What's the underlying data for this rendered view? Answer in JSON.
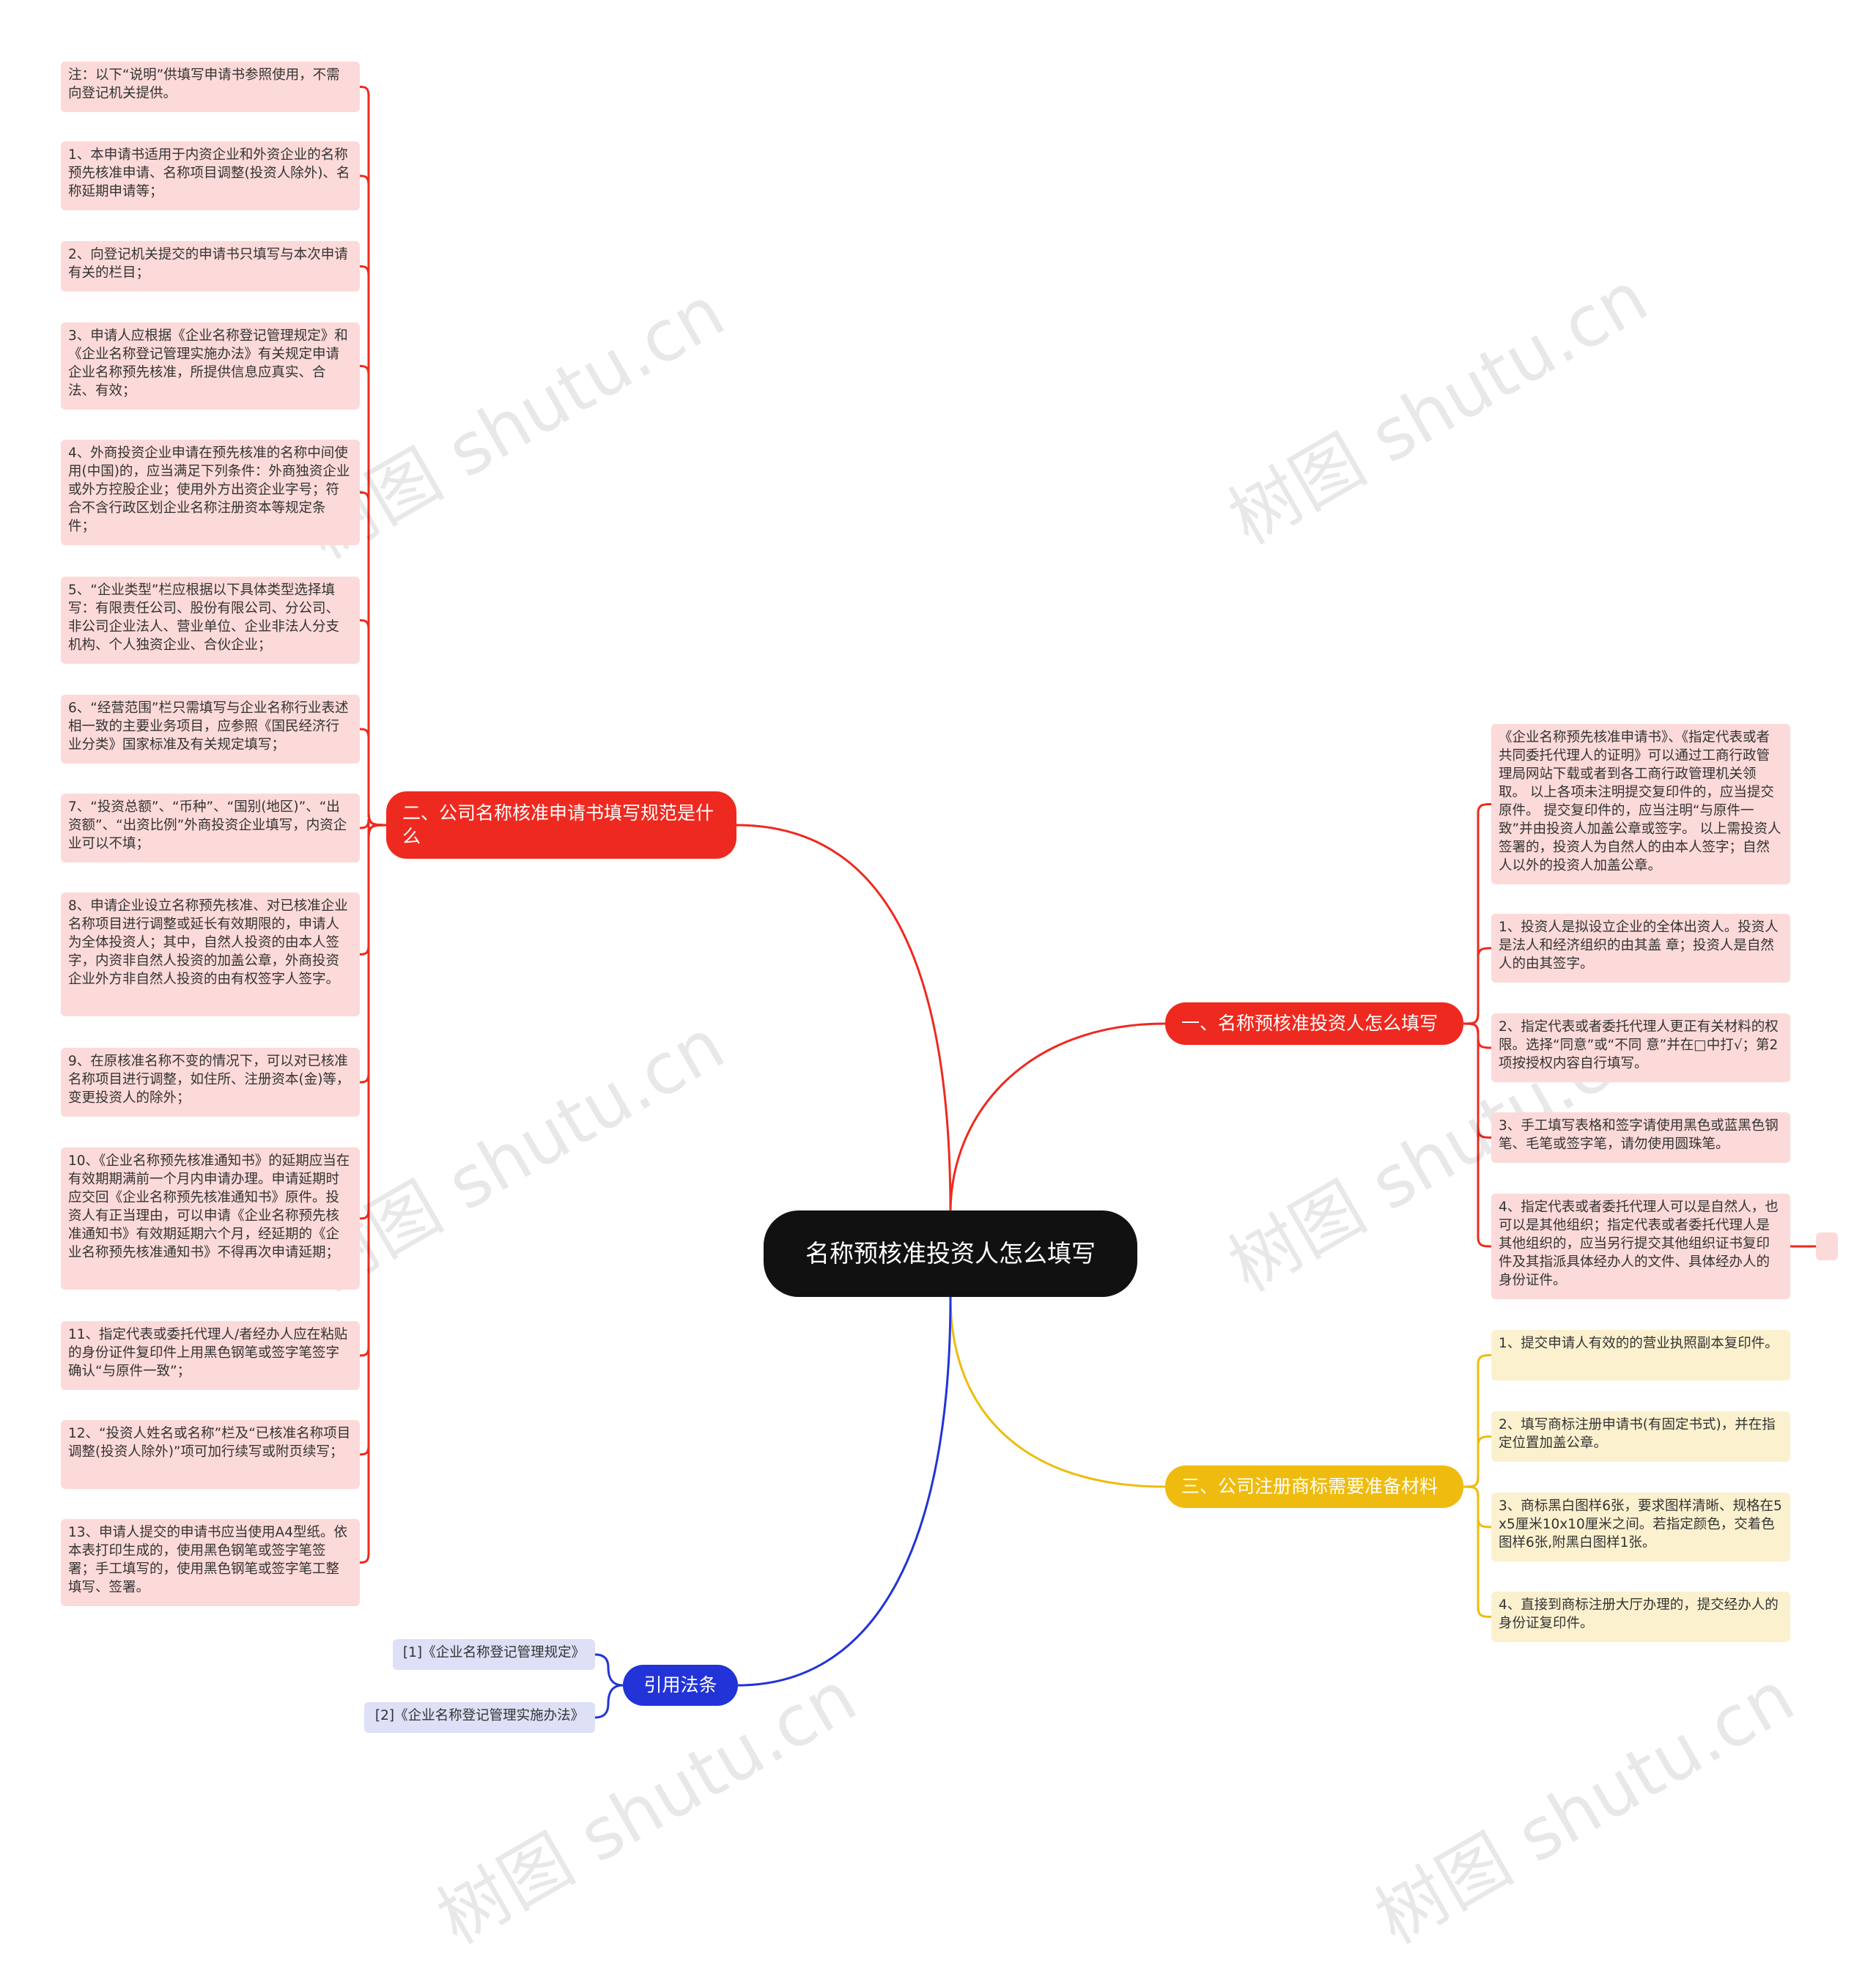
{
  "watermark": "树图 shutu.cn",
  "colors": {
    "red": "#ee2a20",
    "yellow": "#efbb0e",
    "blue": "#2233d8",
    "root": "#111111"
  },
  "root": {
    "label": "名称预核准投资人怎么填写"
  },
  "branch_left": {
    "label": "二、公司名称核准申请书填写规范是什么",
    "items": [
      "注：以下“说明”供填写申请书参照使用，不需向登记机关提供。",
      "1、本申请书适用于内资企业和外资企业的名称预先核准申请、名称项目调整(投资人除外)、名称延期申请等；",
      "2、向登记机关提交的申请书只填写与本次申请有关的栏目；",
      "3、申请人应根据《企业名称登记管理规定》和《企业名称登记管理实施办法》有关规定申请企业名称预先核准，所提供信息应真实、合法、有效；",
      "4、外商投资企业申请在预先核准的名称中间使用(中国)的，应当满足下列条件：外商独资企业或外方控股企业；使用外方出资企业字号；符合不含行政区划企业名称注册资本等规定条件；",
      "5、“企业类型”栏应根据以下具体类型选择填写：有限责任公司、股份有限公司、分公司、非公司企业法人、营业单位、企业非法人分支机构、个人独资企业、合伙企业；",
      "6、“经营范围”栏只需填写与企业名称行业表述相一致的主要业务项目，应参照《国民经济行业分类》国家标准及有关规定填写；",
      "7、“投资总额”、“币种”、“国别(地区)”、“出资额”、“出资比例”外商投资企业填写，内资企业可以不填；",
      "8、申请企业设立名称预先核准、对已核准企业名称项目进行调整或延长有效期限的，申请人为全体投资人；其中，自然人投资的由本人签字，内资非自然人投资的加盖公章，外商投资企业外方非自然人投资的由有权签字人签字。",
      "9、在原核准名称不变的情况下，可以对已核准名称项目进行调整，如住所、注册资本(金)等，变更投资人的除外；",
      "10、《企业名称预先核准通知书》的延期应当在有效期期满前一个月内申请办理。申请延期时应交回《企业名称预先核准通知书》原件。投资人有正当理由，可以申请《企业名称预先核准通知书》有效期延期六个月，经延期的《企业名称预先核准通知书》不得再次申请延期；",
      "11、指定代表或委托代理人/者经办人应在粘贴的身份证件复印件上用黑色钢笔或签字笔签字确认“与原件一致”；",
      "12、“投资人姓名或名称”栏及“已核准名称项目调整(投资人除外)”项可加行续写或附页续写；",
      "13、申请人提交的申请书应当使用A4型纸。依本表打印生成的，使用黑色钢笔或签字笔签署；手工填写的，使用黑色钢笔或签字笔工整填写、签署。"
    ]
  },
  "branch_right_1": {
    "label": "一、名称预核准投资人怎么填写",
    "items": [
      "《企业名称预先核准申请书》、《指定代表或者共同委托代理人的证明》可以通过工商行政管理局网站下载或者到各工商行政管理机关领取。 以上各项未注明提交复印件的，应当提交原件。 提交复印件的，应当注明“与原件一致”并由投资人加盖公章或签字。 以上需投资人签署的，投资人为自然人的由本人签字；自然人以外的投资人加盖公章。",
      "1、投资人是拟设立企业的全体出资人。投资人是法人和经济组织的由其盖 章；投资人是自然人的由其签字。",
      "2、指定代表或者委托代理人更正有关材料的权限。选择“同意”或“不同 意”并在□中打√；第2项按授权内容自行填写。",
      "3、手工填写表格和签字请使用黑色或蓝黑色钢笔、毛笔或签字笔，请勿使用圆珠笔。",
      "4、指定代表或者委托代理人可以是自然人，也可以是其他组织；指定代表或者委托代理人是其他组织的，应当另行提交其他组织证书复印件及其指派具体经办人的文件、具体经办人的身份证件。"
    ]
  },
  "branch_right_2": {
    "label": "三、公司注册商标需要准备材料",
    "items": [
      "1、提交申请人有效的的营业执照副本复印件。",
      "2、填写商标注册申请书(有固定书式)，并在指定位置加盖公章。",
      "3、商标黑白图样6张，要求图样清晰、规格在5x5厘米10x10厘米之间。若指定颜色，交着色图样6张,附黑白图样1张。",
      "4、直接到商标注册大厅办理的，提交经办人的身份证复印件。"
    ]
  },
  "branch_refs": {
    "label": "引用法条",
    "items": [
      "[1]《企业名称登记管理规定》",
      "[2]《企业名称登记管理实施办法》"
    ]
  }
}
